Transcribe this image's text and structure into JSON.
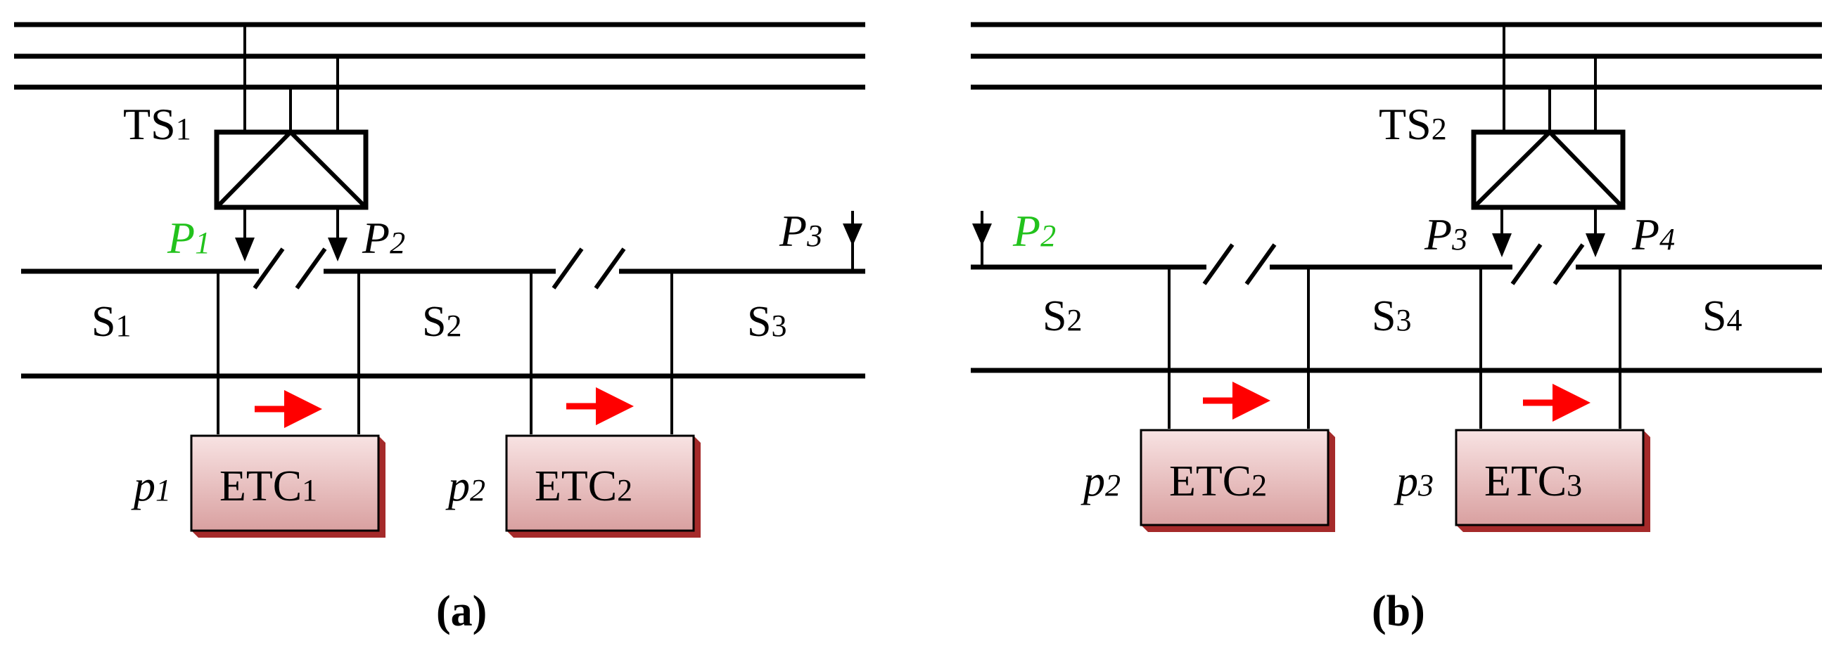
{
  "panel_a": {
    "caption": "(a)",
    "ts": "TS1",
    "P1": "P1",
    "P2": "P2",
    "P3": "P3",
    "S1": "S1",
    "S2": "S2",
    "S3": "S3",
    "p1": "p1",
    "p2": "p2",
    "etc1": "ETC1",
    "etc2": "ETC2"
  },
  "panel_b": {
    "caption": "(b)",
    "ts": "TS2",
    "P2": "P2",
    "P3": "P3",
    "P4": "P4",
    "S2": "S2",
    "S3": "S3",
    "S4": "S4",
    "p2": "p2",
    "p3": "p3",
    "etc2": "ETC2",
    "etc3": "ETC3"
  },
  "colors": {
    "highlight": "#22c21c",
    "arrow": "#ff0000",
    "etc_fill_top": "#f7dede",
    "etc_fill_bottom": "#d99a9a",
    "etc_shadow": "#b02c2c"
  }
}
